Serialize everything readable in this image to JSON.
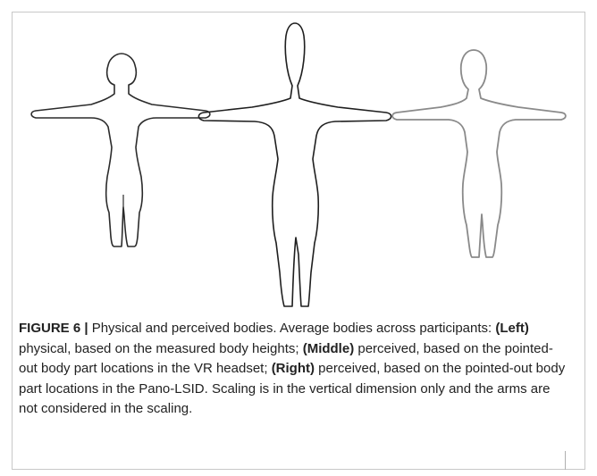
{
  "figure": {
    "label": "FIGURE 6 |",
    "caption": {
      "intro": " Physical and perceived bodies. Average bodies across participants: ",
      "left_label": "(Left)",
      "left_text": " physical, based on the measured body heights; ",
      "middle_label": "(Middle)",
      "middle_text": " perceived, based on the pointed-out body part locations in the VR headset; ",
      "right_label": "(Right)",
      "right_text": " perceived, based on the pointed-out body part locations in the Pano-LSID. Scaling is in the vertical dimension only and the arms are not considered in the scaling."
    },
    "bodies": [
      {
        "id": "left",
        "stroke": "#2b2b2b",
        "head_scale": 1.0,
        "scale_y": 0.74
      },
      {
        "id": "middle",
        "stroke": "#1f1f1f",
        "head_scale": 2.3,
        "scale_y": 1.0
      },
      {
        "id": "right",
        "stroke": "#8a8a8a",
        "head_scale": 1.5,
        "scale_y": 0.85
      }
    ]
  }
}
